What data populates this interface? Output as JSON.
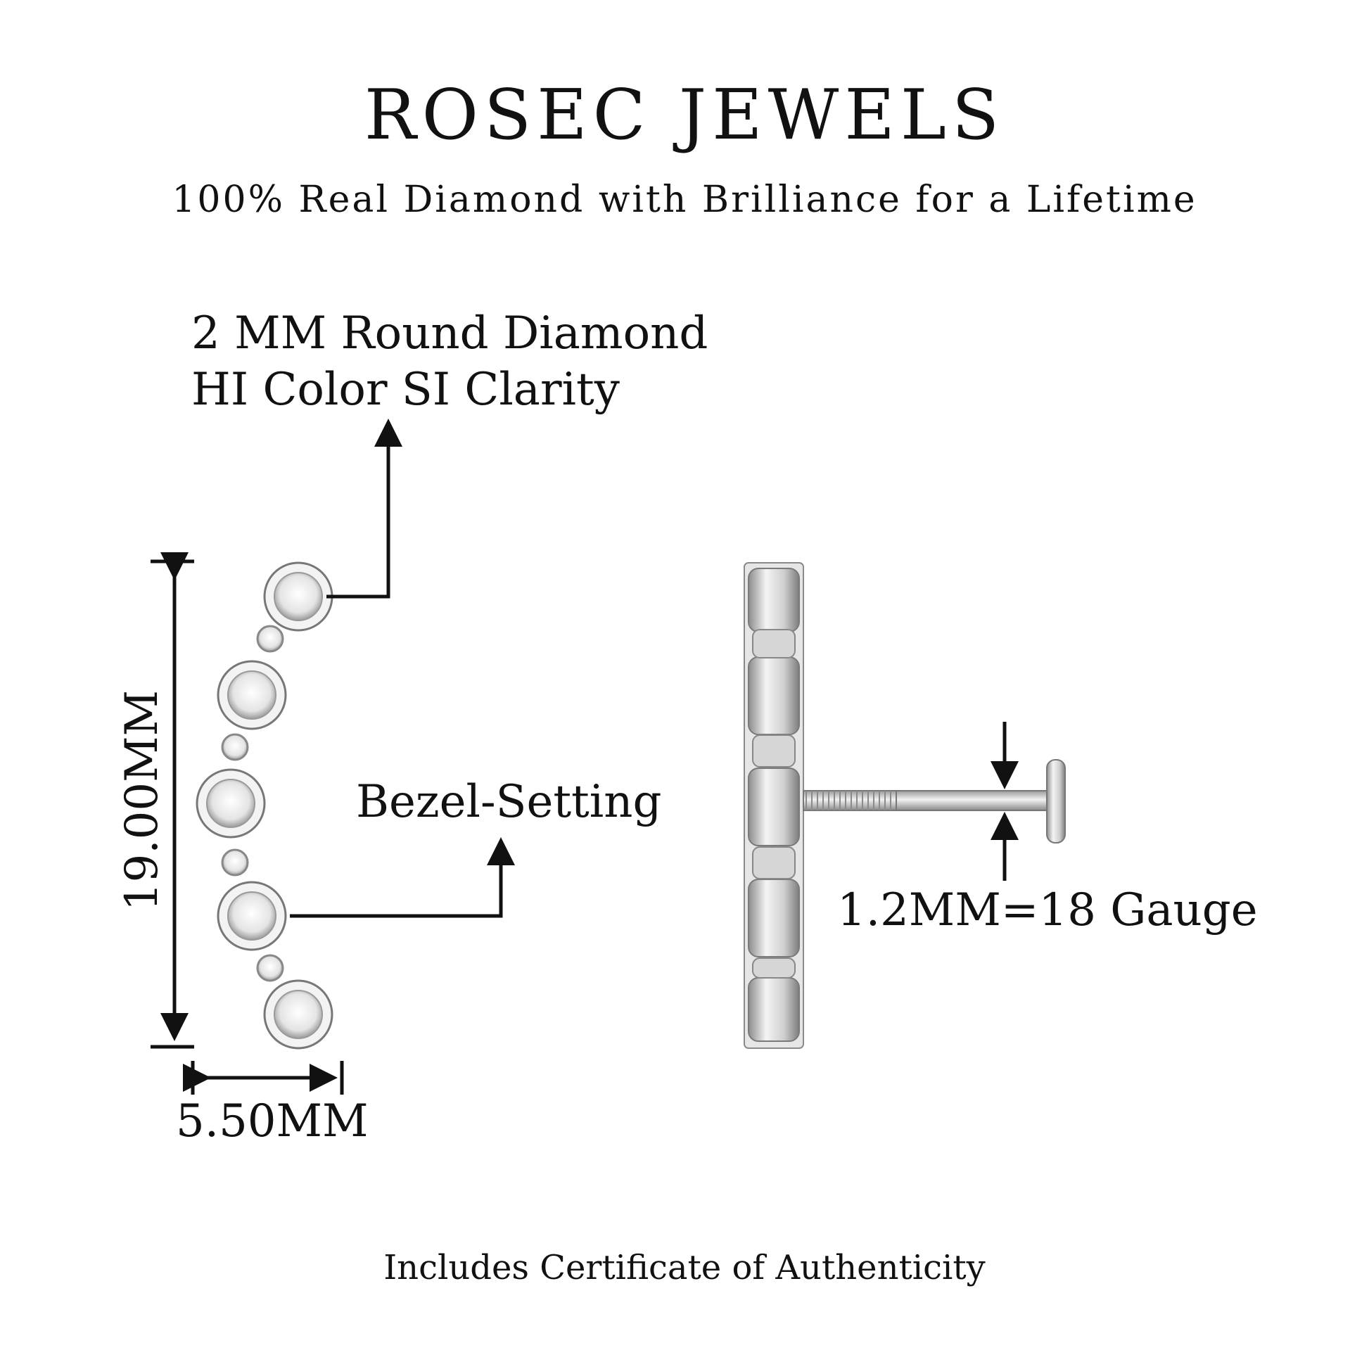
{
  "header": {
    "brand": "ROSEC JEWELS",
    "tagline": "100% Real Diamond with Brilliance for a Lifetime"
  },
  "callouts": {
    "diamond_line1": "2 MM Round Diamond",
    "diamond_line2": "HI Color SI Clarity",
    "setting": "Bezel-Setting",
    "gauge": "1.2MM=18 Gauge"
  },
  "dimensions": {
    "height": "19.00MM",
    "width": "5.50MM"
  },
  "footer": {
    "certificate": "Includes Certificate of Authenticity"
  },
  "colors": {
    "metal": "#d9d9d9",
    "ink": "#111111"
  }
}
